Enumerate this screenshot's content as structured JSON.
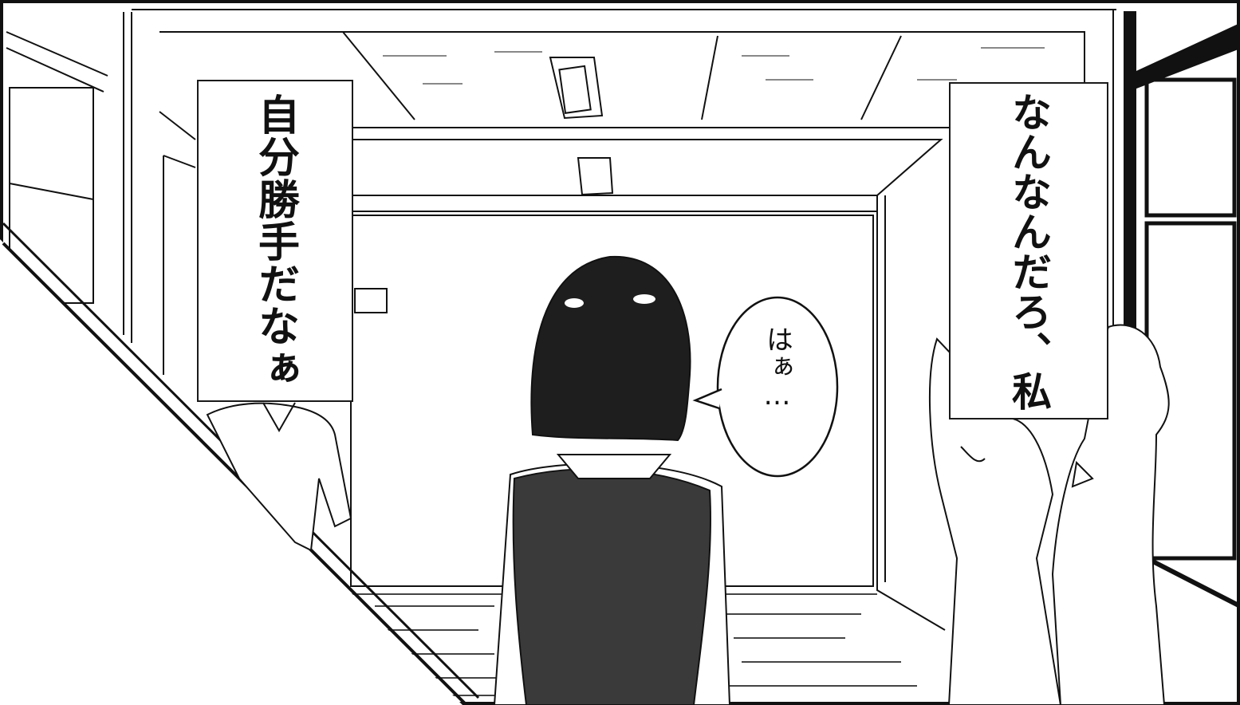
{
  "panel": {
    "caption_left": "自分勝手だなぁ",
    "caption_right": "なんなんだろ、私",
    "speech_bubble": "はぁ…"
  },
  "colors": {
    "ink": "#111111",
    "paper": "#ffffff",
    "vest": "#3a3a3a",
    "hair": "#1e1e1e",
    "shading": "#d0d0d0"
  },
  "icons": [
    "ceiling-light-icon",
    "speech-bubble-tail-icon"
  ]
}
